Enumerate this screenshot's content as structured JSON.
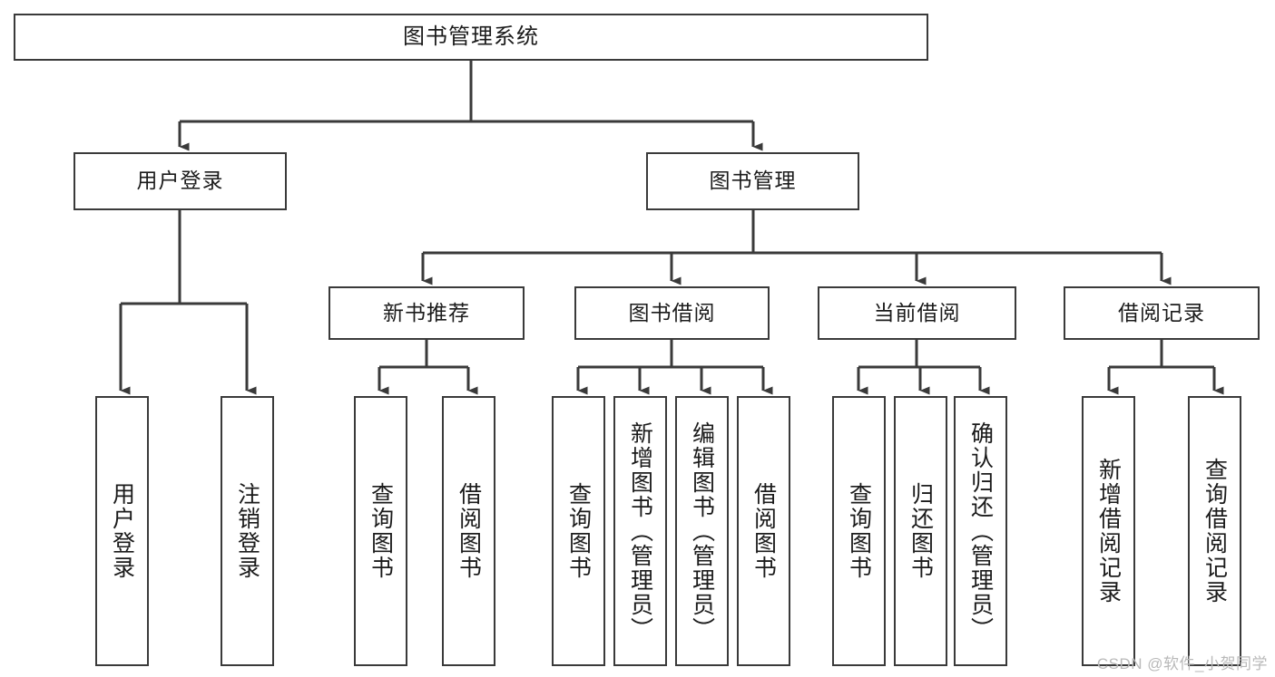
{
  "diagram": {
    "title": "图书管理系统",
    "type": "hierarchy-tree",
    "colors": {
      "stroke": "#3a3a3a",
      "fill": "#ffffff",
      "text": "#1b1b1b",
      "watermark": "#b9b9b9"
    },
    "root": {
      "label": "图书管理系统"
    },
    "level2": [
      {
        "label": "用户登录"
      },
      {
        "label": "图书管理"
      }
    ],
    "level3": [
      {
        "label": "新书推荐"
      },
      {
        "label": "图书借阅"
      },
      {
        "label": "当前借阅"
      },
      {
        "label": "借阅记录"
      }
    ],
    "leaves": {
      "user_login": [
        {
          "label": "用户登录"
        },
        {
          "label": "注销登录"
        }
      ],
      "new_book": [
        {
          "label": "查询图书"
        },
        {
          "label": "借阅图书"
        }
      ],
      "book_borrow": [
        {
          "label": "查询图书"
        },
        {
          "label": "新增图书（管理员）"
        },
        {
          "label": "编辑图书（管理员）"
        },
        {
          "label": "借阅图书"
        }
      ],
      "current_borrow": [
        {
          "label": "查询图书"
        },
        {
          "label": "归还图书"
        },
        {
          "label": "确认归还（管理员）"
        }
      ],
      "borrow_record": [
        {
          "label": "新增借阅记录"
        },
        {
          "label": "查询借阅记录"
        }
      ]
    }
  },
  "watermark": {
    "text": "CSDN @软件_小贺同学"
  }
}
